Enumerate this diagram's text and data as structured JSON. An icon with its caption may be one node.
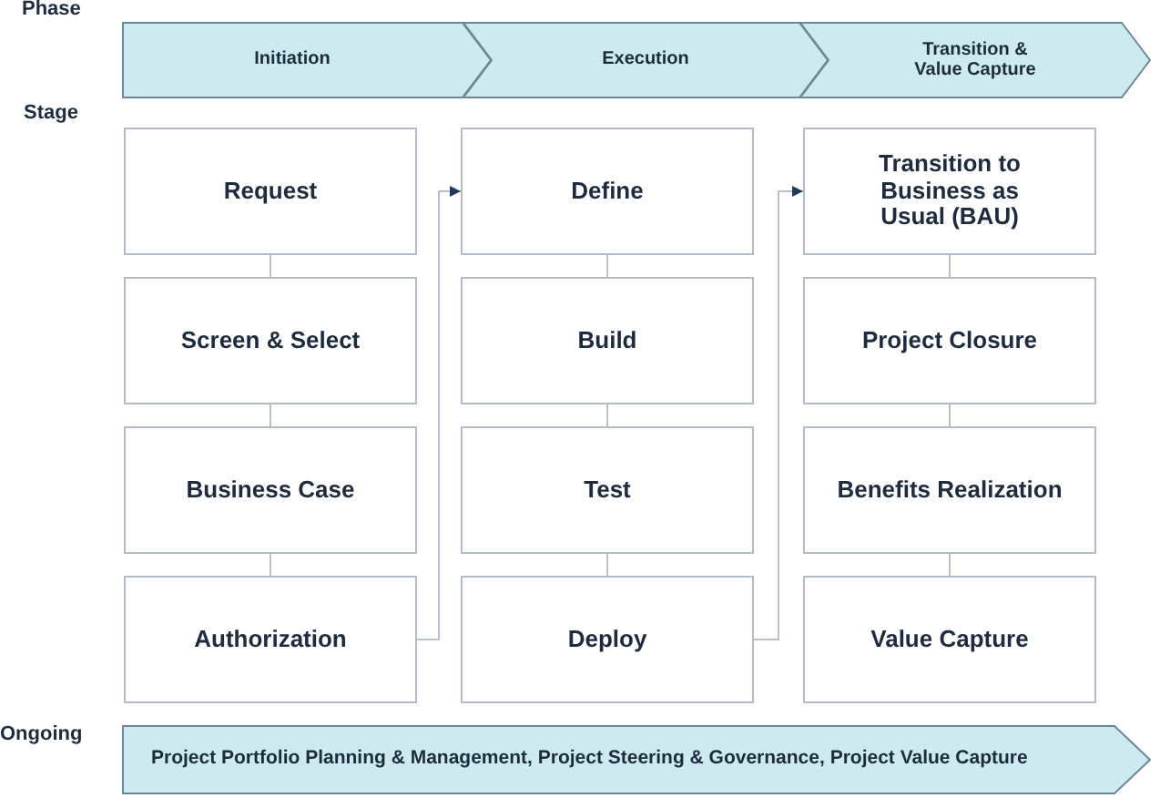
{
  "diagram": {
    "nodes": [
      {
        "text": [
          "Initiation"
        ]
      },
      {
        "text": [
          "Execution"
        ]
      },
      {
        "text": [
          "Transition & Value Capture"
        ]
      },
      {
        "text": [
          "Request"
        ]
      },
      {
        "text": [
          "Screen & Select"
        ]
      },
      {
        "text": [
          "Business Case"
        ]
      },
      {
        "text": [
          "Authorization"
        ]
      },
      {
        "text": [
          "Define"
        ]
      },
      {
        "text": [
          "Build"
        ]
      },
      {
        "text": [
          "Test"
        ]
      },
      {
        "text": [
          "Deploy"
        ]
      },
      {
        "text": [
          "Transition to Business as Usual (BAU)"
        ]
      },
      {
        "text": [
          "Project Closure"
        ]
      },
      {
        "text": [
          "Benefits Realization"
        ]
      },
      {
        "text": [
          "Value Capture"
        ]
      },
      {
        "text": [
          "Project Portfolio Planning & Management, Project Steering & Governance, Project Value Capture"
        ]
      }
    ],
    "edges": [
      {
        "from": 3,
        "to": 4,
        "arrow": "none"
      },
      {
        "from": 4,
        "to": 5,
        "arrow": "none"
      },
      {
        "from": 5,
        "to": 6,
        "arrow": "none"
      },
      {
        "from": 6,
        "to": 7,
        "arrow": "to"
      },
      {
        "from": 7,
        "to": 8,
        "arrow": "none"
      },
      {
        "from": 8,
        "to": 9,
        "arrow": "none"
      },
      {
        "from": 9,
        "to": 10,
        "arrow": "none"
      },
      {
        "from": 10,
        "to": 11,
        "arrow": "to"
      },
      {
        "from": 11,
        "to": 12,
        "arrow": "none"
      },
      {
        "from": 12,
        "to": 13,
        "arrow": "none"
      },
      {
        "from": 13,
        "to": 14,
        "arrow": "none"
      }
    ],
    "labels": [
      "Phase",
      "Stage",
      "Ongoing"
    ]
  }
}
